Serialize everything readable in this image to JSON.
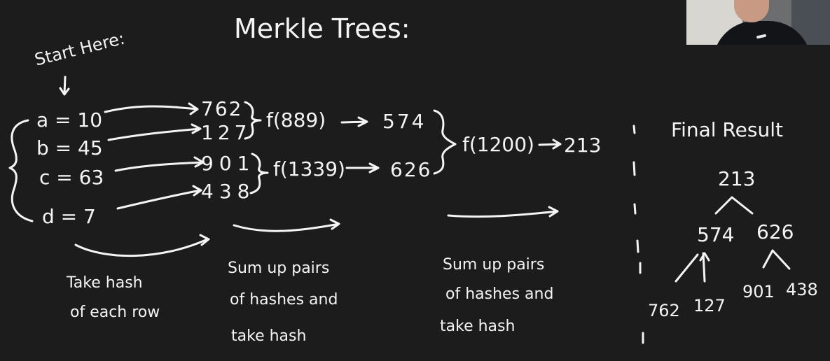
{
  "title": "Merkle Trees:",
  "start_label": "Start Here:",
  "rows": [
    {
      "label": "a = 10",
      "hash": "762"
    },
    {
      "label": "b = 45",
      "hash": "127"
    },
    {
      "label": "c = 63",
      "hash": "901"
    },
    {
      "label": "d = 7",
      "hash": "438"
    }
  ],
  "pair_sums": [
    {
      "func": "f(889)",
      "result": "574"
    },
    {
      "func": "f(1339)",
      "result": "626"
    }
  ],
  "root": {
    "func": "f(1200)",
    "result": "213"
  },
  "notes": {
    "take_hash_1": "Take hash",
    "take_hash_2": "of each row",
    "sum_a_1": "Sum up pairs",
    "sum_a_2": "of hashes and",
    "sum_a_3": "take hash",
    "sum_b_1": "Sum up pairs",
    "sum_b_2": "of hashes and",
    "sum_b_3": "take hash"
  },
  "final": {
    "heading": "Final Result",
    "root": "213",
    "left": "574",
    "right": "626",
    "leaves": [
      "762",
      "127",
      "901",
      "438"
    ]
  },
  "colors": {
    "background": "#1c1c1c",
    "ink": "#f4f4f4"
  }
}
